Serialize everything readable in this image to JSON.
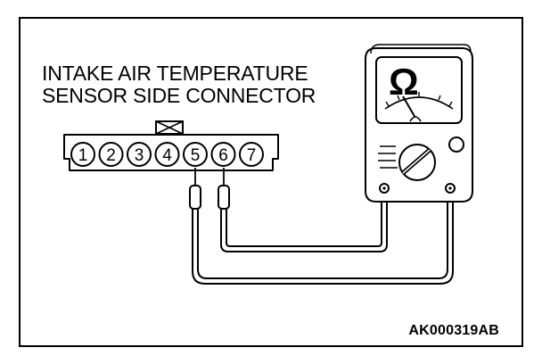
{
  "title": {
    "line1": "INTAKE AIR TEMPERATURE",
    "line2": "SENSOR SIDE CONNECTOR"
  },
  "code": "AK000319AB",
  "meter": {
    "unit_symbol": "Ω",
    "icon": "ohmmeter-icon"
  },
  "connector": {
    "pins": [
      "1",
      "2",
      "3",
      "4",
      "5",
      "6",
      "7"
    ],
    "probed_pins": [
      "5",
      "6"
    ]
  },
  "colors": {
    "line": "#000000",
    "background": "#ffffff"
  }
}
